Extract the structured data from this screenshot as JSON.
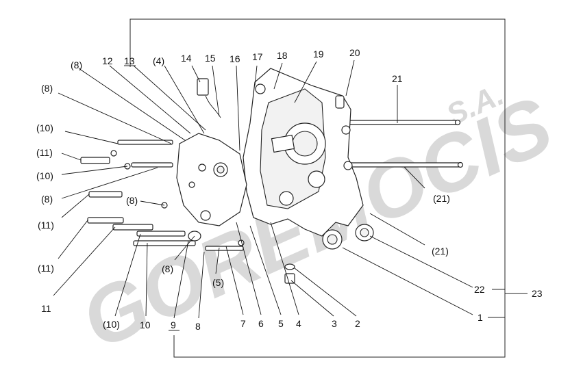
{
  "watermark": {
    "text": "GOREMOCIS",
    "suffix": "S.A."
  },
  "callouts": [
    {
      "id": "c-8a",
      "text": "(8)"
    },
    {
      "id": "c-12",
      "text": "12"
    },
    {
      "id": "c-13",
      "text": "13"
    },
    {
      "id": "c-4p",
      "text": "(4)"
    },
    {
      "id": "c-14",
      "text": "14"
    },
    {
      "id": "c-15",
      "text": "15"
    },
    {
      "id": "c-16",
      "text": "16"
    },
    {
      "id": "c-17",
      "text": "17"
    },
    {
      "id": "c-18",
      "text": "18"
    },
    {
      "id": "c-19",
      "text": "19"
    },
    {
      "id": "c-20",
      "text": "20"
    },
    {
      "id": "c-8b",
      "text": "(8)"
    },
    {
      "id": "c-21a",
      "text": "21"
    },
    {
      "id": "c-10a",
      "text": "(10)"
    },
    {
      "id": "c-11a",
      "text": "(11)"
    },
    {
      "id": "c-10b",
      "text": "(10)"
    },
    {
      "id": "c-8c",
      "text": "(8)"
    },
    {
      "id": "c-21b",
      "text": "(21)"
    },
    {
      "id": "c-8d",
      "text": "(8)"
    },
    {
      "id": "c-11b",
      "text": "(11)"
    },
    {
      "id": "c-21c",
      "text": "(21)"
    },
    {
      "id": "c-11c",
      "text": "(11)"
    },
    {
      "id": "c-8e",
      "text": "(8)"
    },
    {
      "id": "c-5p",
      "text": "(5)"
    },
    {
      "id": "c-22",
      "text": "22"
    },
    {
      "id": "c-23",
      "text": "23"
    },
    {
      "id": "c-11",
      "text": "11"
    },
    {
      "id": "c-1",
      "text": "1"
    },
    {
      "id": "c-10c",
      "text": "(10)"
    },
    {
      "id": "c-10",
      "text": "10"
    },
    {
      "id": "c-9",
      "text": "9"
    },
    {
      "id": "c-8",
      "text": "8"
    },
    {
      "id": "c-7",
      "text": "7"
    },
    {
      "id": "c-6",
      "text": "6"
    },
    {
      "id": "c-5",
      "text": "5"
    },
    {
      "id": "c-4",
      "text": "4"
    },
    {
      "id": "c-3",
      "text": "3"
    },
    {
      "id": "c-2",
      "text": "2"
    }
  ]
}
